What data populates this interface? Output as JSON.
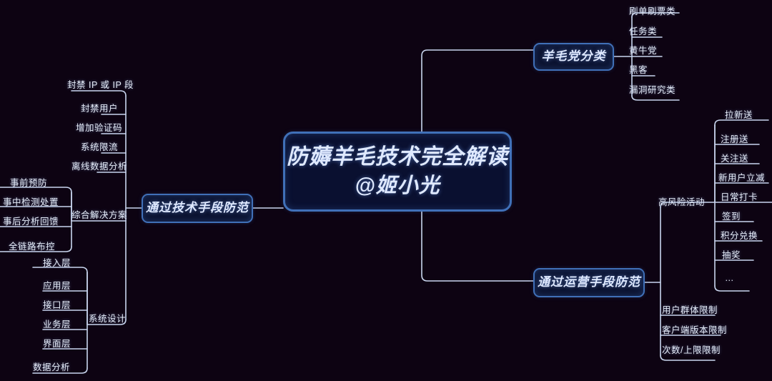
{
  "theme": {
    "background": "#0d0312",
    "node_fill": "#0c1330",
    "node_border": "#4070b8",
    "wire_color": "#c9d6ef",
    "text_color": "#e6ecf8"
  },
  "root": {
    "line1": "防薅羊毛技术完全解读",
    "line2": "@姬小光"
  },
  "branches": {
    "tech": {
      "label": "通过技术手段防范",
      "items": [
        "封禁 IP 或 IP 段",
        "封禁用户",
        "增加验证码",
        "系统限流",
        "离线数据分析"
      ],
      "groups": [
        {
          "label": "综合解决方案",
          "items": [
            "事前预防",
            "事中检测处置",
            "事后分析回馈",
            "全链路布控"
          ]
        },
        {
          "label": "系统设计",
          "items": [
            "接入层",
            "应用层",
            "接口层",
            "业务层",
            "界面层",
            "数据分析"
          ]
        }
      ]
    },
    "sheep": {
      "label": "羊毛党分类",
      "items": [
        "刷单刷票类",
        "任务类",
        "黄牛党",
        "黑客",
        "漏洞研究类"
      ]
    },
    "ops": {
      "label": "通过运营手段防范",
      "groups": [
        {
          "label": "高风险活动",
          "items": [
            "拉新送",
            "注册送",
            "关注送",
            "新用户立减",
            "日常打卡",
            "签到",
            "积分兑换",
            "抽奖",
            "…"
          ]
        }
      ],
      "items": [
        "用户群体限制",
        "客户端版本限制",
        "次数/上限限制"
      ]
    }
  }
}
